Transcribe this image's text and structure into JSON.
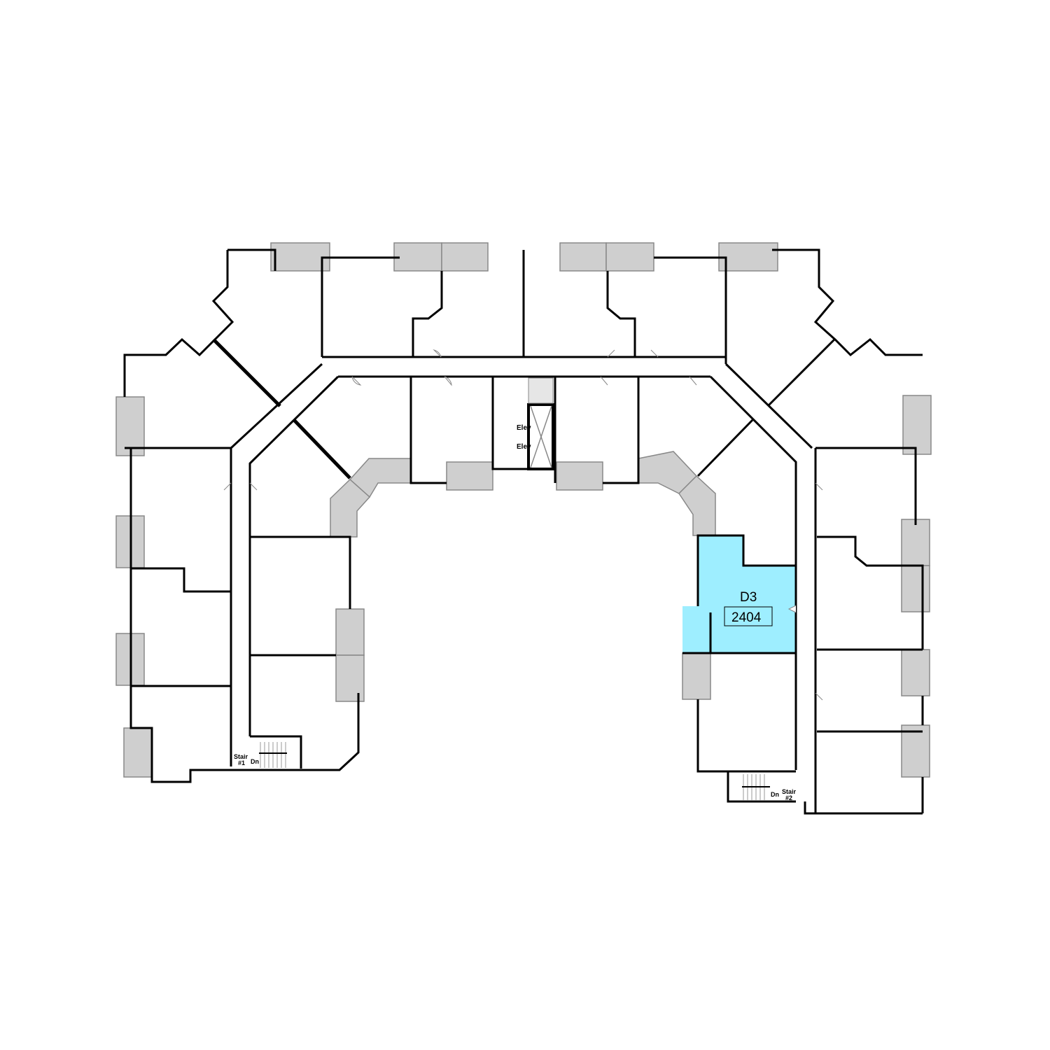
{
  "floor_plan": {
    "highlighted_unit": {
      "type": "D3",
      "number": "2404",
      "color": "#9eeeff"
    },
    "elevators": [
      "Elev",
      "Elev"
    ],
    "stairs": [
      {
        "label": "Stair",
        "number": "#1",
        "direction": "Dn"
      },
      {
        "label": "Stair",
        "number": "#2",
        "direction": "Dn"
      }
    ],
    "colors": {
      "balcony": "#cfcfcf",
      "wall": "#000000",
      "highlight": "#9eeeff"
    }
  }
}
